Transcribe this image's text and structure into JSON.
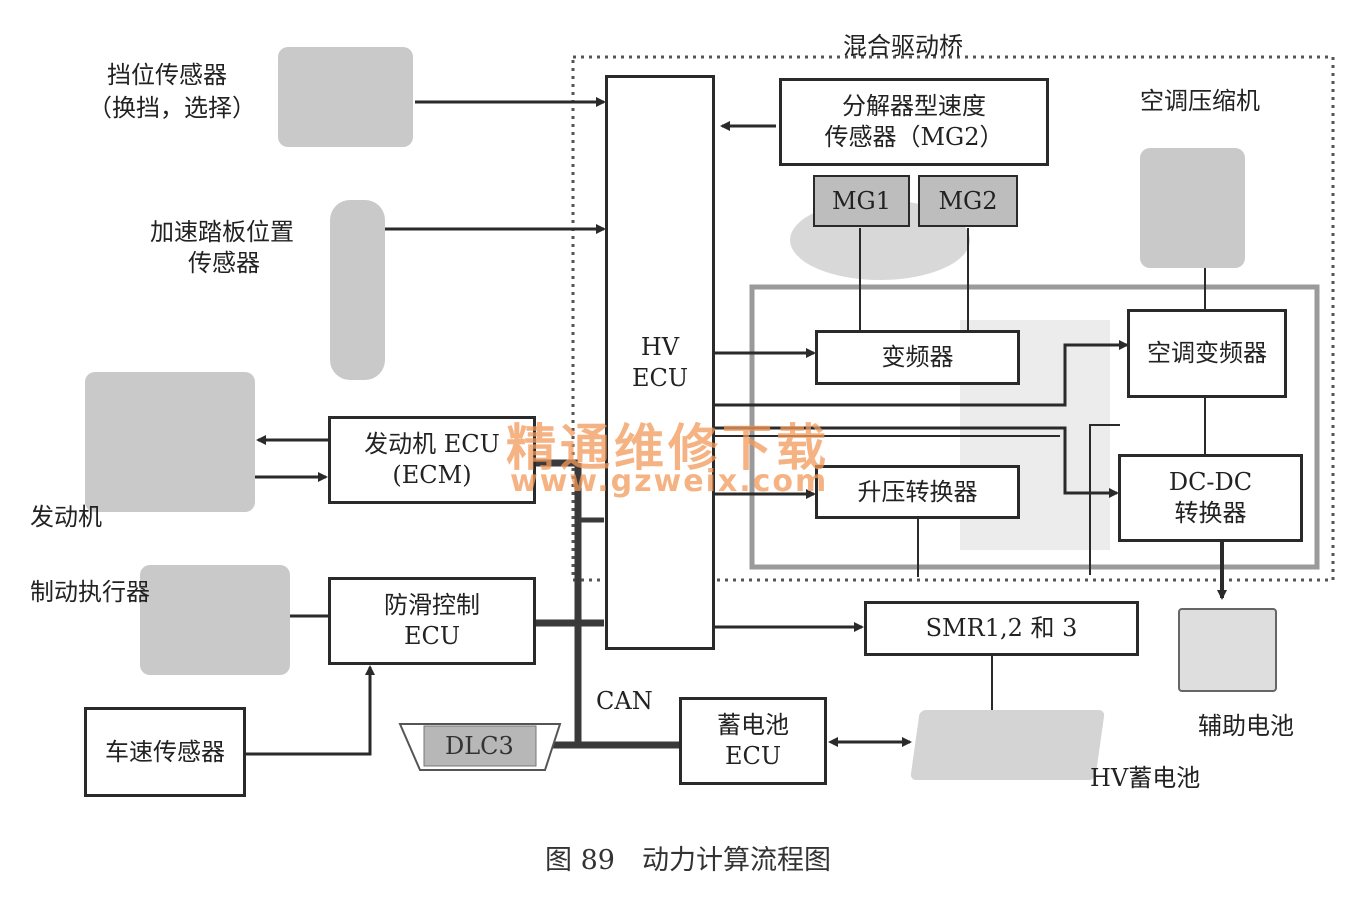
{
  "labels": {
    "hybrid_axle": "混合驱动桥",
    "ac_compressor": "空调压缩机",
    "shift_sensor_l1": "挡位传感器",
    "shift_sensor_l2": "（换挡，选择）",
    "accel_l1": "加速踏板位置",
    "accel_l2": "传感器",
    "engine": "发动机",
    "brake_actuator": "制动执行器",
    "can": "CAN",
    "aux_battery": "辅助电池",
    "hv_battery": "HV蓄电池"
  },
  "boxes": {
    "hv_ecu_l1": "HV",
    "hv_ecu_l2": "ECU",
    "resolver_l1": "分解器型速度",
    "resolver_l2": "传感器（MG2）",
    "mg1": "MG1",
    "mg2": "MG2",
    "inverter": "变频器",
    "ac_inverter": "空调变频器",
    "boost_converter": "升压转换器",
    "dcdc_l1": "DC-DC",
    "dcdc_l2": "转换器",
    "engine_ecu_l1": "发动机",
    "engine_ecu_suffix": "ECU",
    "engine_ecu_l2": "(ECM)",
    "skid_ecu_l1": "防滑控制",
    "skid_ecu_l2": "ECU",
    "smr": "SMR1,2 和 3",
    "speed_sensor": "车速传感器",
    "dlc3": "DLC3",
    "battery_ecu_l1": "蓄电池",
    "battery_ecu_l2": "ECU"
  },
  "watermark": {
    "cn": "精通维修下载",
    "url": "www.gzweix.com"
  },
  "caption": "图 89　动力计算流程图",
  "colors": {
    "line": "#2a2a2a",
    "dotted": "#555555",
    "panel": "#9a9a9a",
    "watermark": "#f29a5c"
  }
}
